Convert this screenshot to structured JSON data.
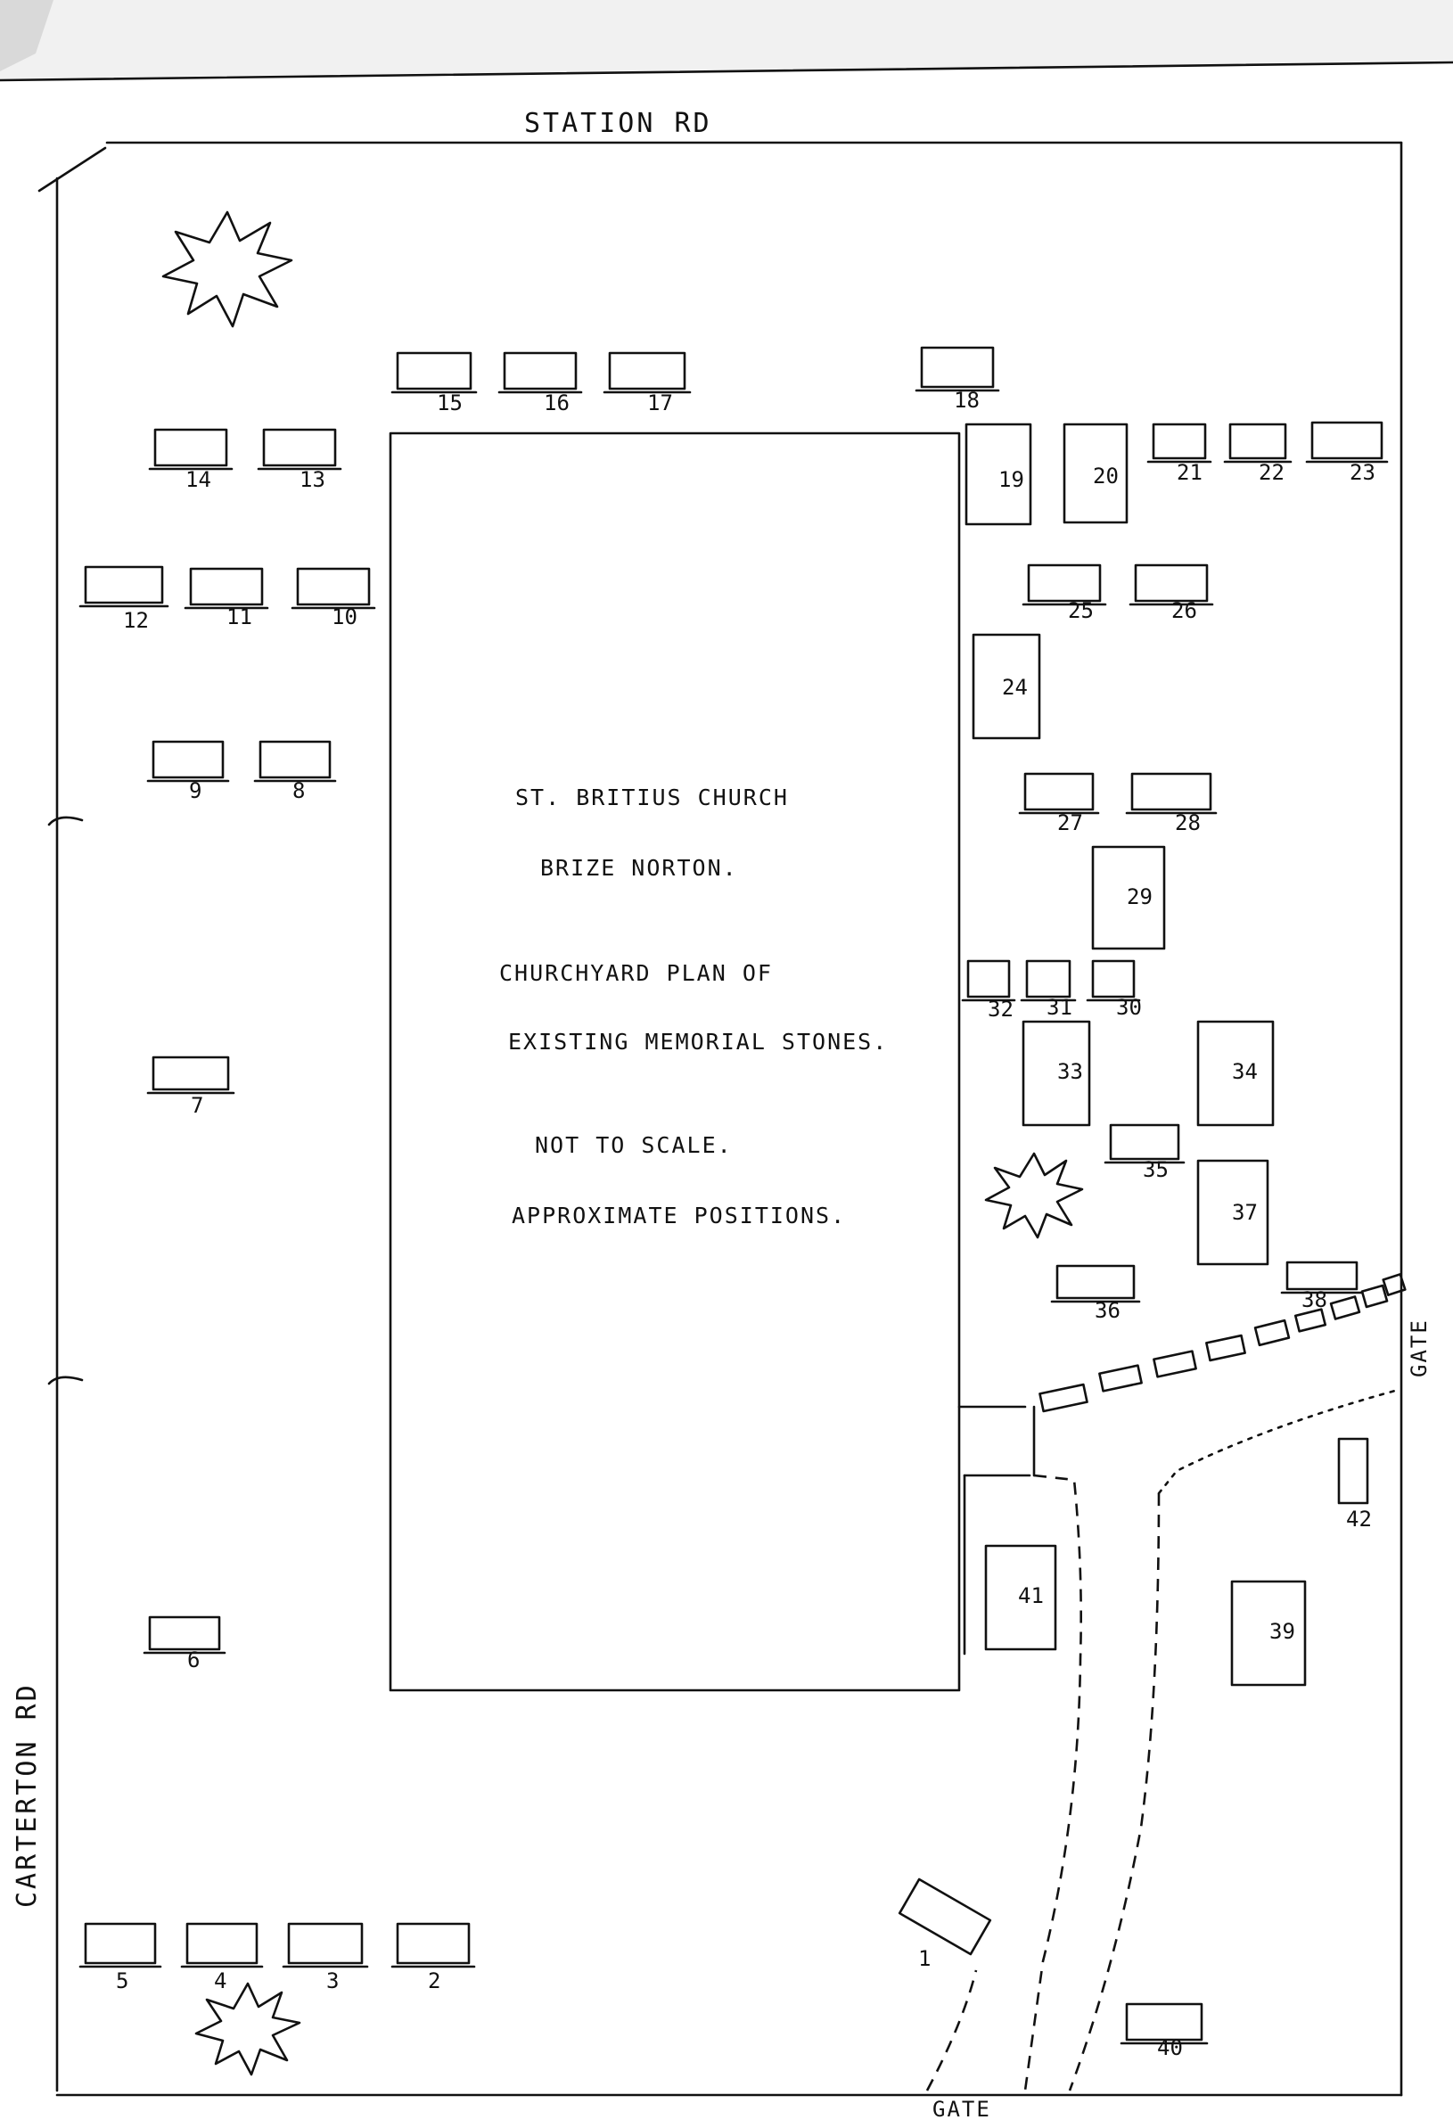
{
  "roads": {
    "top": "STATION RD",
    "left": "CARTERTON RD"
  },
  "church_notes": [
    "ST. BRITIUS CHURCH",
    "BRIZE NORTON.",
    "CHURCHYARD PLAN OF",
    "EXISTING MEMORIAL STONES.",
    "NOT TO SCALE.",
    "APPROXIMATE POSITIONS."
  ],
  "gates": [
    "GATE",
    "GATE"
  ],
  "stones": [
    "1",
    "2",
    "3",
    "4",
    "5",
    "6",
    "7",
    "8",
    "9",
    "10",
    "11",
    "12",
    "13",
    "14",
    "15",
    "16",
    "17",
    "18",
    "19",
    "20",
    "21",
    "22",
    "23",
    "24",
    "25",
    "26",
    "27",
    "28",
    "29",
    "30",
    "31",
    "32",
    "33",
    "34",
    "35",
    "36",
    "37",
    "38",
    "39",
    "40",
    "41",
    "42"
  ],
  "icons": [
    "tree-icon",
    "tree-icon",
    "tree-icon"
  ]
}
